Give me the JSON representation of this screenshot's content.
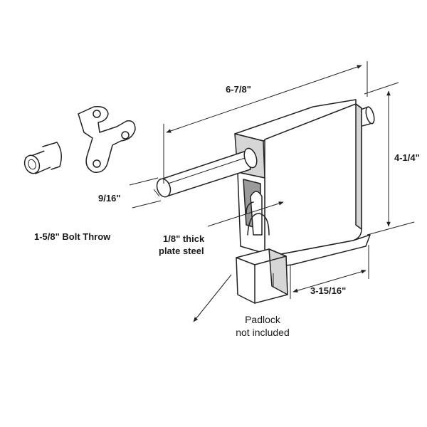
{
  "labels": {
    "overall_width": "6-7/8\"",
    "height": "4-1/4\"",
    "bolt_diameter": "9/16\"",
    "bolt_throw": "1-5/8\" Bolt Throw",
    "plate_line1": "1/8\" thick",
    "plate_line2": "plate steel",
    "depth": "3-15/16\"",
    "padlock_line1": "Padlock",
    "padlock_line2": "not included"
  }
}
